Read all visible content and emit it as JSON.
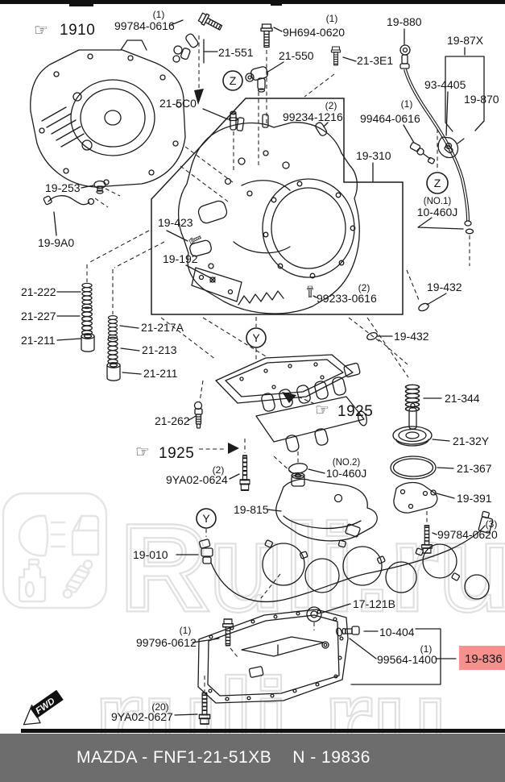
{
  "watermark": {
    "text": "Ruli.ru",
    "text2": "ruli.ru"
  },
  "icons": {
    "hand": "☞"
  },
  "markers": {
    "z": "Z",
    "y": "Y"
  },
  "fwd_label": "FWD",
  "footer": {
    "catalog": "MAZDA - FNF1-21-51XB",
    "number": "N - 19836"
  },
  "colors": {
    "highlight_bg": "#f7918d",
    "highlight_text": "#c03a30",
    "footer_bg": "#6d6d6d"
  },
  "labels": {
    "ref1910": {
      "num": "1910"
    },
    "b99784_0616": {
      "qty": "(1)",
      "num": "99784-0616"
    },
    "p21_551": {
      "num": "21-551"
    },
    "b9H694_0620": {
      "qty": "(1)",
      "num": "9H694-0620"
    },
    "p21_550": {
      "num": "21-550"
    },
    "p21_3E1": {
      "num": "21-3E1"
    },
    "p19_880": {
      "num": "19-880"
    },
    "p19_87X": {
      "num": "19-87X"
    },
    "p93_4405": {
      "num": "93-4405"
    },
    "p19_870": {
      "num": "19-870"
    },
    "p21_5C0": {
      "num": "21-5C0"
    },
    "b99234_1216": {
      "qty": "(2)",
      "num": "99234-1216"
    },
    "b99464_0616": {
      "qty": "(1)",
      "num": "99464-0616"
    },
    "p19_310": {
      "num": "19-310"
    },
    "no1": {
      "qty": "(NO.1)",
      "num": "10-460J"
    },
    "p19_253": {
      "num": "19-253"
    },
    "p19_9A0": {
      "num": "19-9A0"
    },
    "p19_423": {
      "num": "19-423"
    },
    "p19_192": {
      "num": "19-192"
    },
    "p21_222": {
      "num": "21-222"
    },
    "p21_227": {
      "num": "21-227"
    },
    "p21_211a": {
      "num": "21-211"
    },
    "p21_217A": {
      "num": "21-217A"
    },
    "p21_213": {
      "num": "21-213"
    },
    "p21_211b": {
      "num": "21-211"
    },
    "b99233_0616": {
      "qty": "(2)",
      "num": "99233-0616"
    },
    "p19_432a": {
      "num": "19-432"
    },
    "p19_432b": {
      "num": "19-432"
    },
    "ref1925a": {
      "num": "1925"
    },
    "p21_262": {
      "num": "21-262"
    },
    "ref1925b": {
      "num": "1925"
    },
    "p21_344": {
      "num": "21-344"
    },
    "p21_32Y": {
      "num": "21-32Y"
    },
    "p21_367": {
      "num": "21-367"
    },
    "b9YA02_0624": {
      "qty": "(2)",
      "num": "9YA02-0624"
    },
    "no2": {
      "qty": "(NO.2)",
      "num": "10-460J"
    },
    "p19_815": {
      "num": "19-815"
    },
    "p19_391": {
      "num": "19-391"
    },
    "b99784_0620": {
      "qty": "(3)",
      "num": "99784-0620"
    },
    "p19_010": {
      "num": "19-010"
    },
    "p17_121B": {
      "num": "17-121B"
    },
    "b99796_0612": {
      "qty": "(1)",
      "num": "99796-0612"
    },
    "p10_404": {
      "num": "10-404"
    },
    "b99564_1400": {
      "qty": "(1)",
      "num": "99564-1400"
    },
    "p19_836": {
      "num": "19-836"
    },
    "b9YA02_0627": {
      "qty": "(20)",
      "num": "9YA02-0627"
    }
  }
}
